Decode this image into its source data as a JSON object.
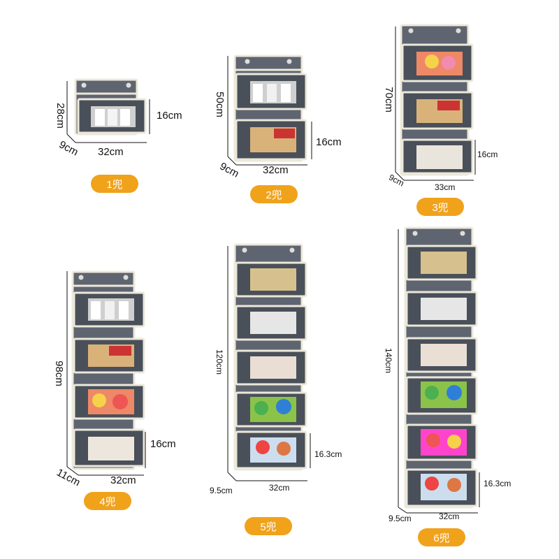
{
  "organizers": [
    {
      "badge": "1兜",
      "labels": {
        "height": "28cm",
        "depth": "9cm",
        "width": "32cm",
        "pocket": "16cm"
      }
    },
    {
      "badge": "2兜",
      "labels": {
        "height": "50cm",
        "depth": "9cm",
        "width": "32cm",
        "pocket": "16cm"
      }
    },
    {
      "badge": "3兜",
      "labels": {
        "height": "70cm",
        "depth": "9cm",
        "width": "33cm",
        "pocket": "16cm"
      }
    },
    {
      "badge": "4兜",
      "labels": {
        "height": "98cm",
        "depth": "11cm",
        "width": "32cm",
        "pocket": "16cm"
      }
    },
    {
      "badge": "5兜",
      "labels": {
        "height": "120cm",
        "depth": "9.5cm",
        "width": "32cm",
        "pocket": "16.3cm"
      }
    },
    {
      "badge": "6兜",
      "labels": {
        "height": "140cm",
        "depth": "9.5cm",
        "width": "32cm",
        "pocket": "16.3cm"
      }
    }
  ],
  "colors": {
    "fabric": "#5e6570",
    "fabric_dark": "#4a5059",
    "trim": "#ece8da",
    "badge": "#f0a21b"
  }
}
